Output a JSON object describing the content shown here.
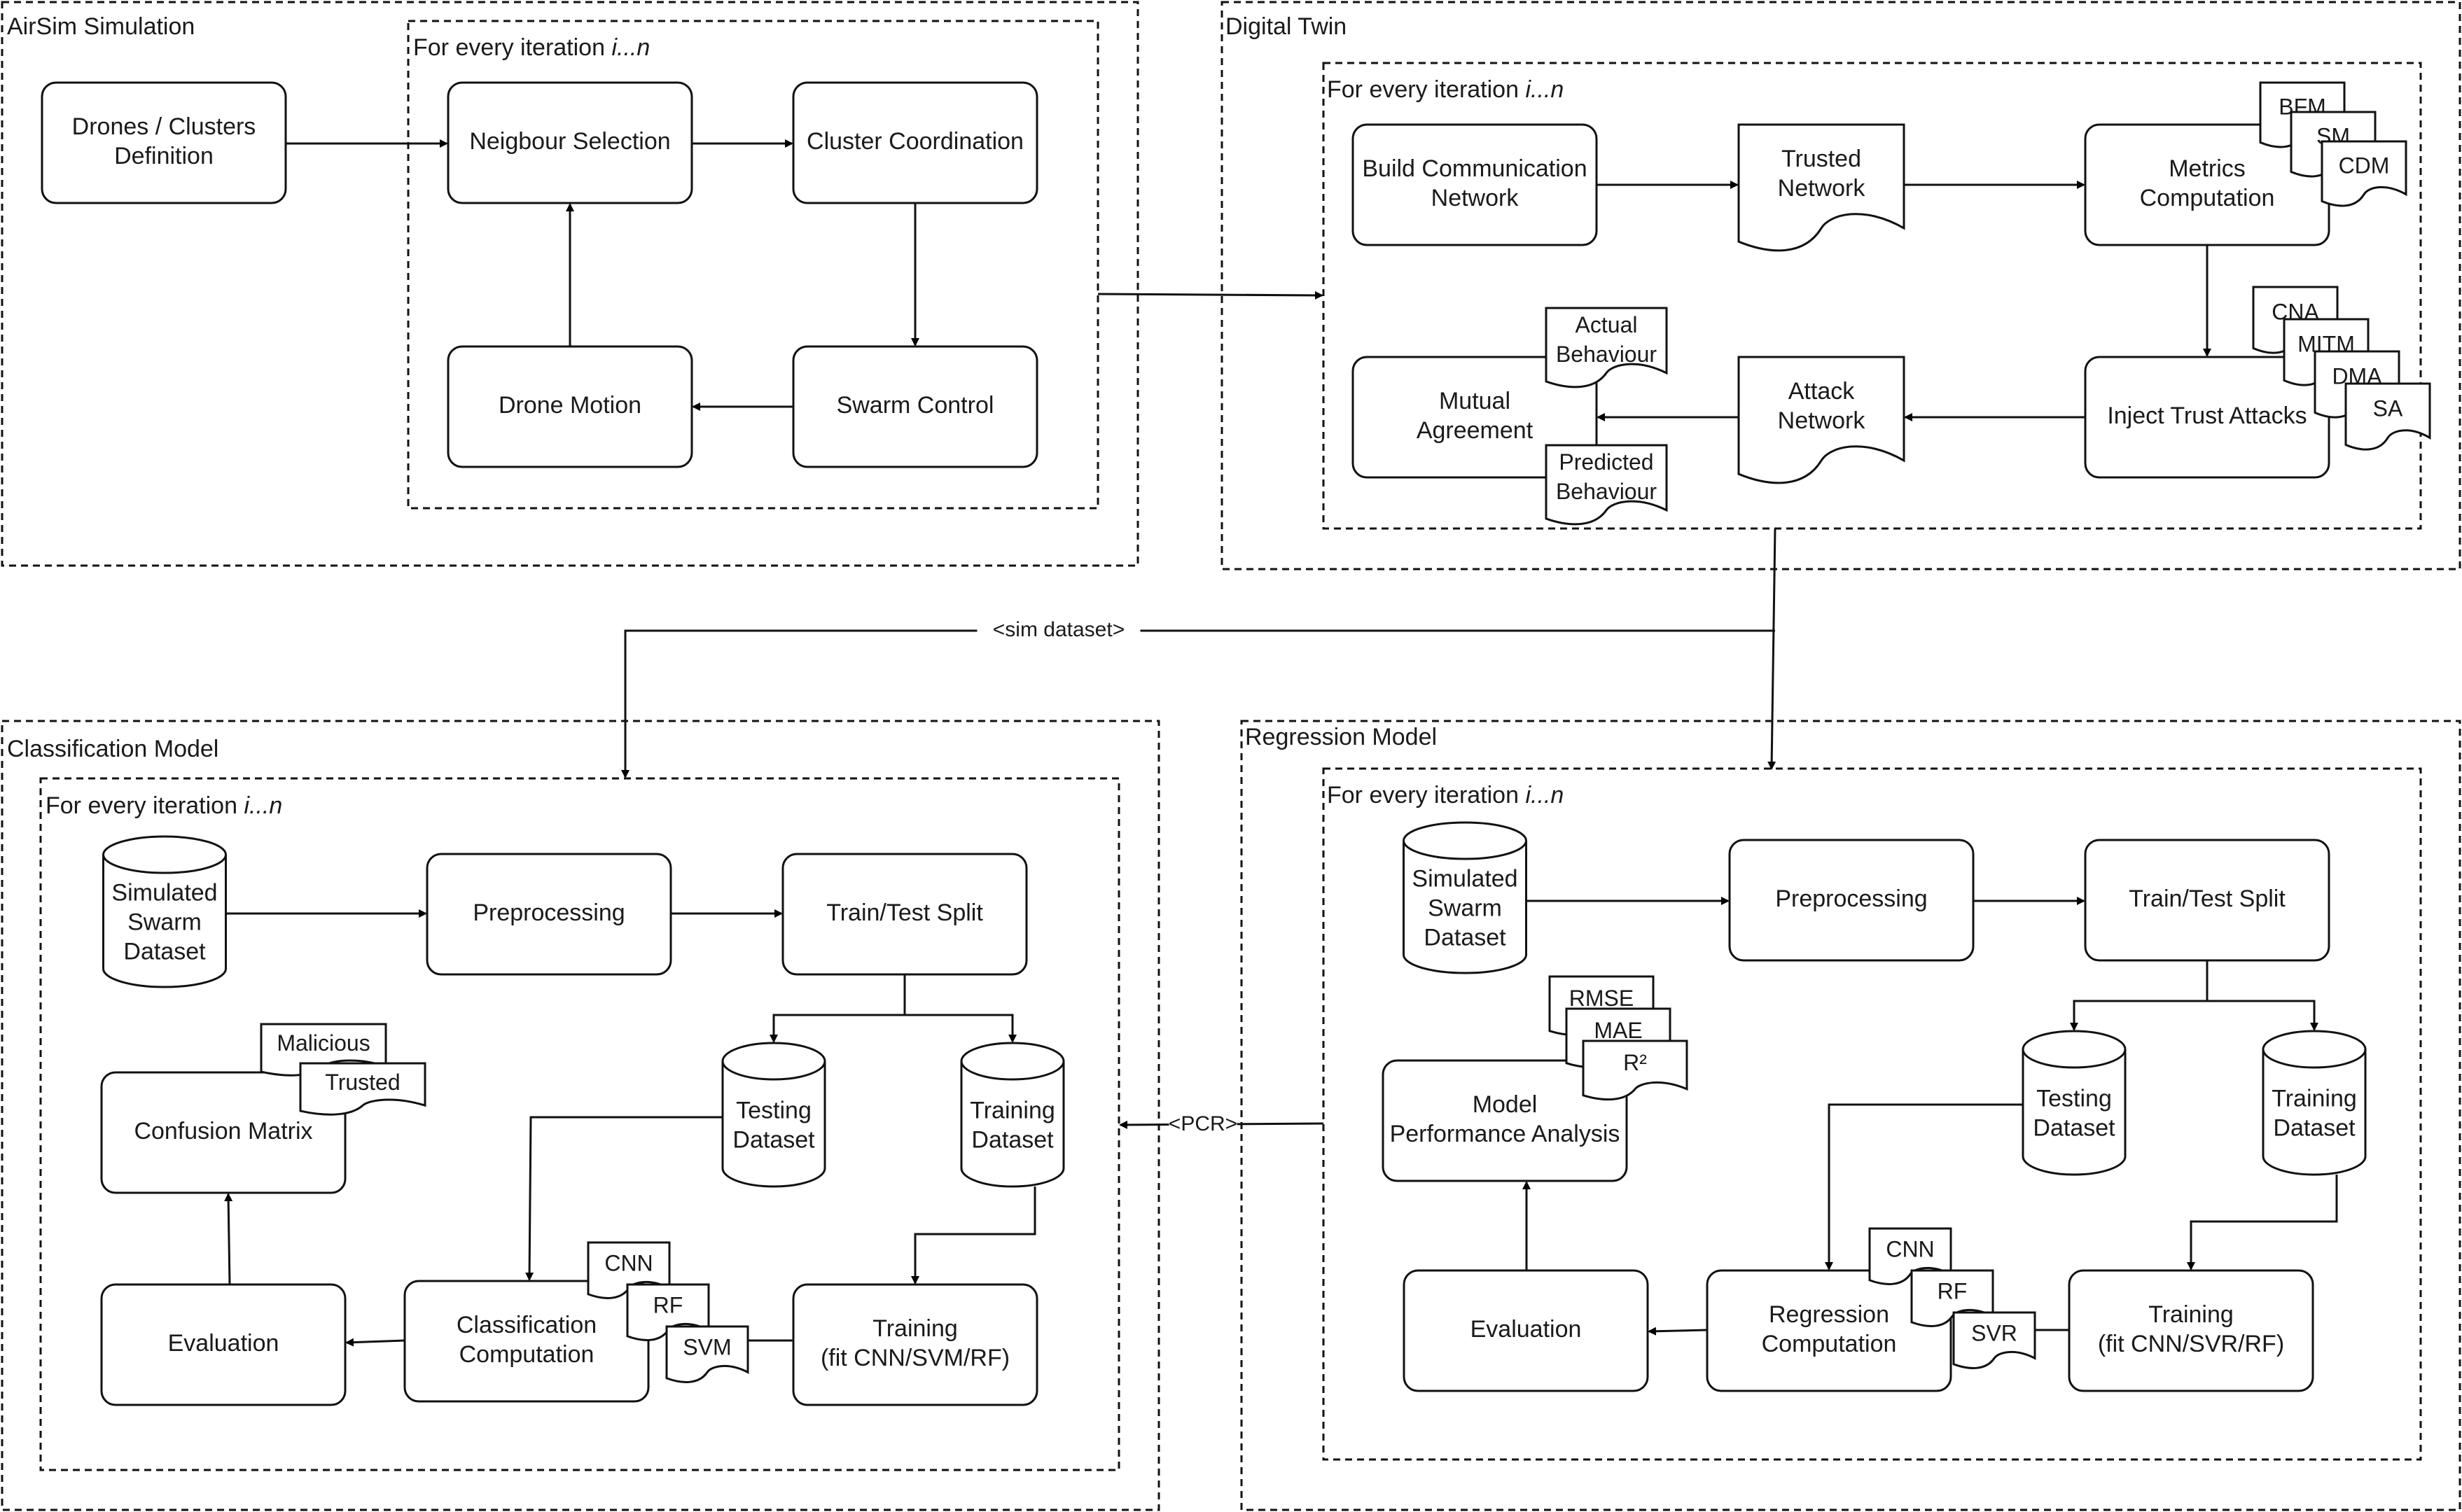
{
  "iteration_prefix": "For every iteration ",
  "iteration_italic": "i...n",
  "sections": {
    "airsim": "AirSim Simulation",
    "digital_twin": "Digital Twin",
    "classification": "Classification Model",
    "regression": "Regression Model"
  },
  "airsim": {
    "drones_clusters": [
      "Drones / Clusters",
      "Definition"
    ],
    "neighbour_selection": [
      "Neigbour Selection"
    ],
    "cluster_coordination": [
      "Cluster Coordination"
    ],
    "drone_motion": [
      "Drone Motion"
    ],
    "swarm_control": [
      "Swarm Control"
    ]
  },
  "digital_twin": {
    "build_network": [
      "Build Communication",
      "Network"
    ],
    "trusted_network": [
      "Trusted",
      "Network"
    ],
    "metrics_computation": [
      "Metrics",
      "Computation"
    ],
    "metrics": [
      "BFM",
      "SM",
      "CDM"
    ],
    "inject_attacks": [
      "Inject Trust Attacks"
    ],
    "attacks": [
      "CNA",
      "MITM",
      "DMA",
      "SA"
    ],
    "attack_network": [
      "Attack",
      "Network"
    ],
    "mutual_agreement": [
      "Mutual",
      "Agreement"
    ],
    "actual_behaviour": [
      "Actual",
      "Behaviour"
    ],
    "predicted_behaviour": [
      "Predicted",
      "Behaviour"
    ]
  },
  "classification": {
    "dataset": [
      "Simulated",
      "Swarm",
      "Dataset"
    ],
    "preprocessing": [
      "Preprocessing"
    ],
    "split": [
      "Train/Test Split"
    ],
    "testing": [
      "Testing",
      "Dataset"
    ],
    "training_ds": [
      "Training",
      "Dataset"
    ],
    "confusion": [
      "Confusion Matrix"
    ],
    "classes": [
      "Malicious",
      "Trusted"
    ],
    "computation": [
      "Classification",
      "Computation"
    ],
    "models": [
      "CNN",
      "RF",
      "SVM"
    ],
    "training": [
      "Training",
      "(fit CNN/SVM/RF)"
    ],
    "evaluation": [
      "Evaluation"
    ]
  },
  "regression": {
    "dataset": [
      "Simulated",
      "Swarm",
      "Dataset"
    ],
    "preprocessing": [
      "Preprocessing"
    ],
    "split": [
      "Train/Test Split"
    ],
    "testing": [
      "Testing",
      "Dataset"
    ],
    "training_ds": [
      "Training",
      "Dataset"
    ],
    "performance": [
      "Model",
      "Performance Analysis"
    ],
    "metrics": [
      "RMSE",
      "MAE",
      "R²"
    ],
    "computation": [
      "Regression",
      "Computation"
    ],
    "models": [
      "CNN",
      "RF",
      "SVR"
    ],
    "training": [
      "Training",
      "(fit CNN/SVR/RF)"
    ],
    "evaluation": [
      "Evaluation"
    ]
  },
  "edge_labels": {
    "sim_dataset": "<sim dataset>",
    "pcr": "<PCR>"
  }
}
